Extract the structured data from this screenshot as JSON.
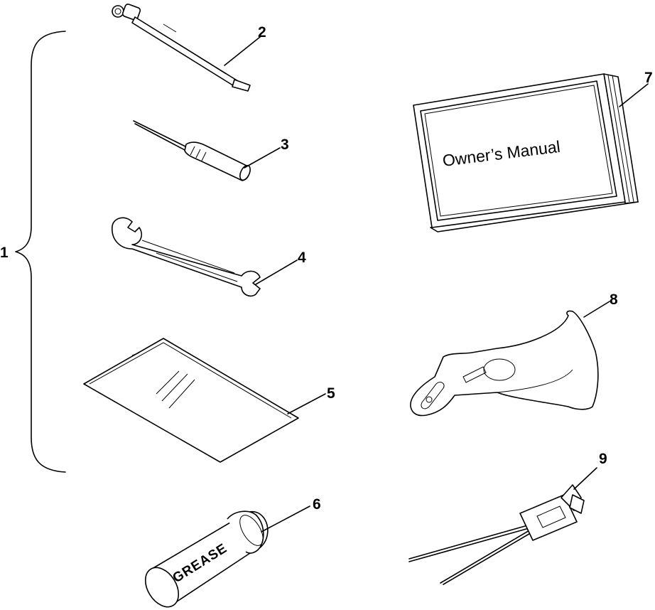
{
  "callouts": {
    "c1": "1",
    "c2": "2",
    "c3": "3",
    "c4": "4",
    "c5": "5",
    "c6": "6",
    "c7": "7",
    "c8": "8",
    "c9": "9"
  },
  "manual": {
    "cover_text": "Owner’s Manual"
  },
  "grease": {
    "label": "GREASE"
  }
}
